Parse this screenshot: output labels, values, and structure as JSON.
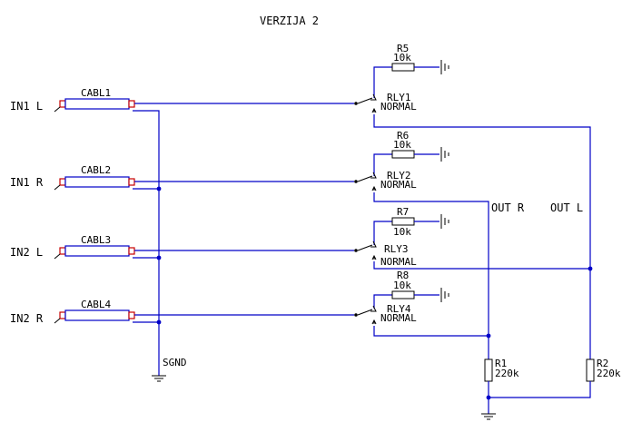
{
  "title": "VERZIJA 2",
  "inputs": [
    {
      "label": "IN1 L",
      "cable": "CABL1"
    },
    {
      "label": "IN1 R",
      "cable": "CABL2"
    },
    {
      "label": "IN2 L",
      "cable": "CABL3"
    },
    {
      "label": "IN2 R",
      "cable": "CABL4"
    }
  ],
  "relays": [
    {
      "name": "RLY1",
      "state": "NORMAL",
      "resistor": "R5",
      "value": "10k"
    },
    {
      "name": "RLY2",
      "state": "NORMAL",
      "resistor": "R6",
      "value": "10k"
    },
    {
      "name": "RLY3",
      "state": "NORMAL",
      "resistor": "R7",
      "value": "10k"
    },
    {
      "name": "RLY4",
      "state": "NORMAL",
      "resistor": "R8",
      "value": "10k"
    }
  ],
  "outputs": {
    "right": "OUT R",
    "left": "OUT L"
  },
  "load_resistors": [
    {
      "name": "R1",
      "value": "220k"
    },
    {
      "name": "R2",
      "value": "220k"
    }
  ],
  "ground_label": "SGND",
  "colors": {
    "wire": "#0000c8",
    "cable_end": "#c80000",
    "text": "#000000"
  }
}
